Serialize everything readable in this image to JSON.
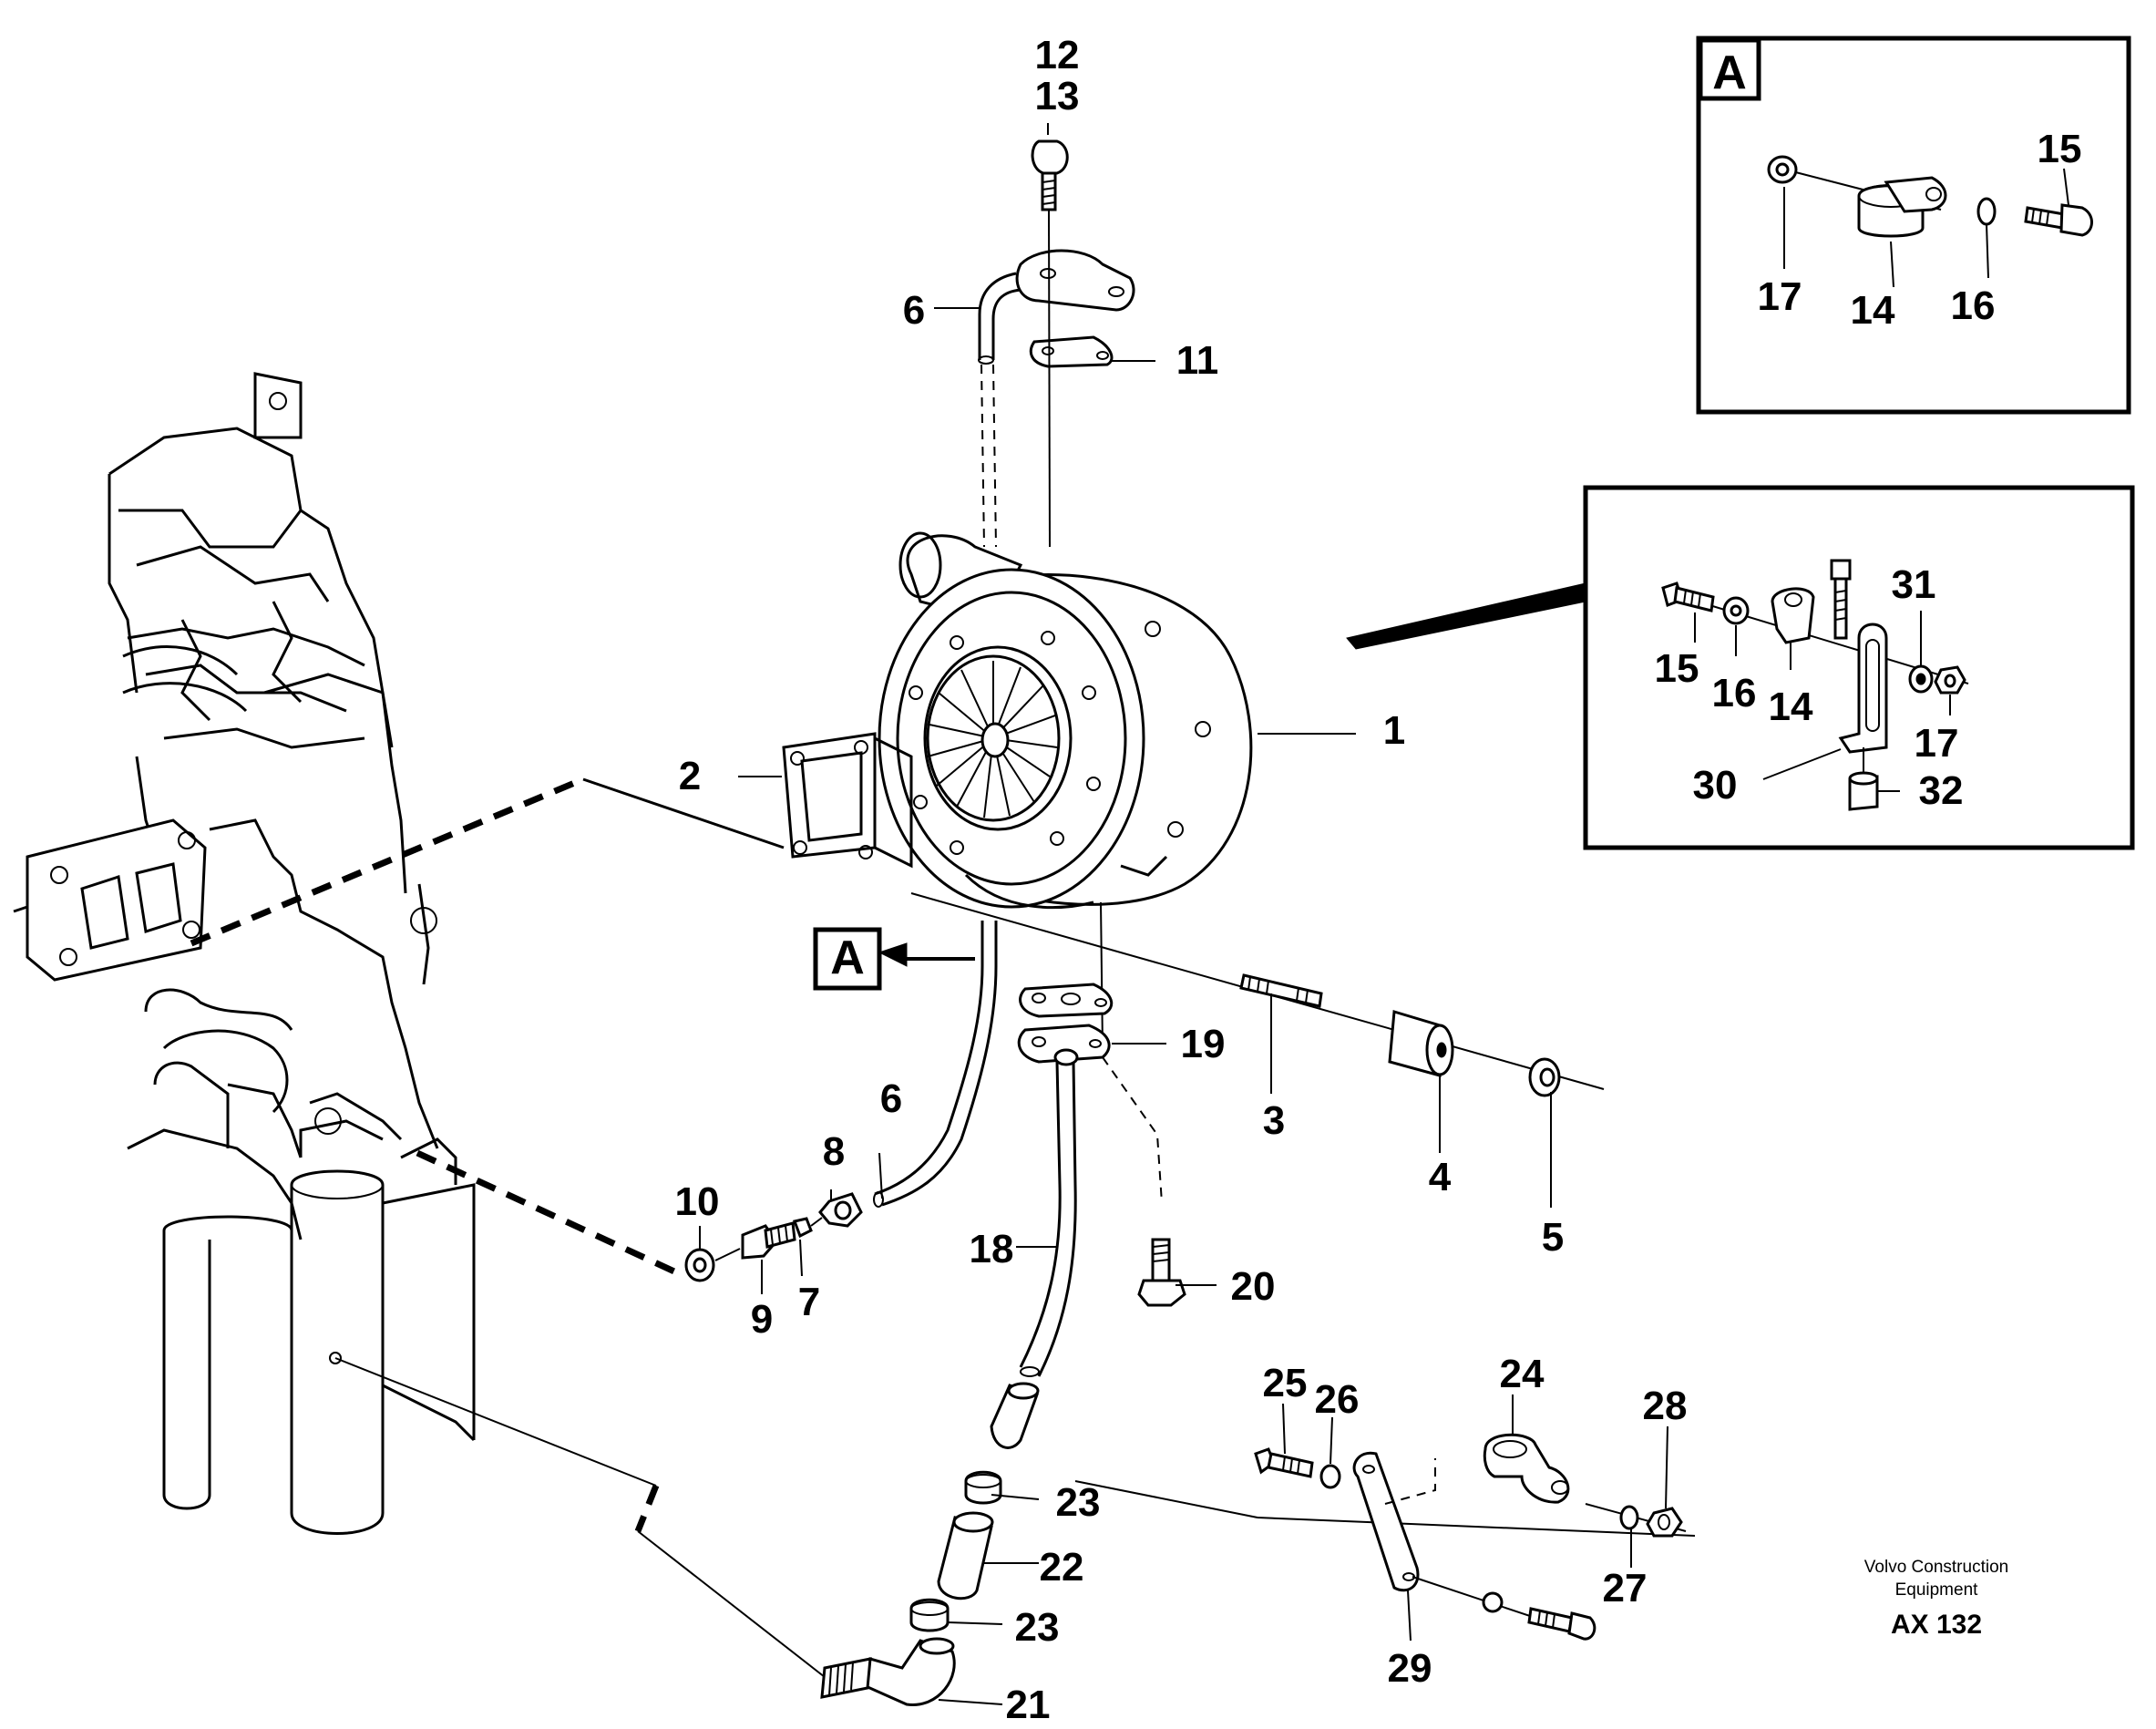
{
  "diagram": {
    "callouts": {
      "c1": "1",
      "c2": "2",
      "c3": "3",
      "c4": "4",
      "c5": "5",
      "c6a": "6",
      "c6b": "6",
      "c7": "7",
      "c8": "8",
      "c9": "9",
      "c10": "10",
      "c11": "11",
      "c12": "12",
      "c13": "13",
      "c18": "18",
      "c19": "19",
      "c20": "20",
      "c21": "21",
      "c22": "22",
      "c23a": "23",
      "c23b": "23",
      "c24": "24",
      "c25": "25",
      "c26": "26",
      "c27": "27",
      "c28": "28",
      "c29": "29"
    },
    "inset_a": {
      "tag": "A",
      "callouts": {
        "c14": "14",
        "c15": "15",
        "c16": "16",
        "c17": "17"
      }
    },
    "inset_b": {
      "callouts": {
        "c14": "14",
        "c15": "15",
        "c16": "16",
        "c17": "17",
        "c30": "30",
        "c31": "31",
        "c32": "32"
      }
    },
    "view_marker": "A",
    "credit": {
      "line1": "Volvo Construction",
      "line2": "Equipment",
      "code": "AX 132"
    }
  }
}
